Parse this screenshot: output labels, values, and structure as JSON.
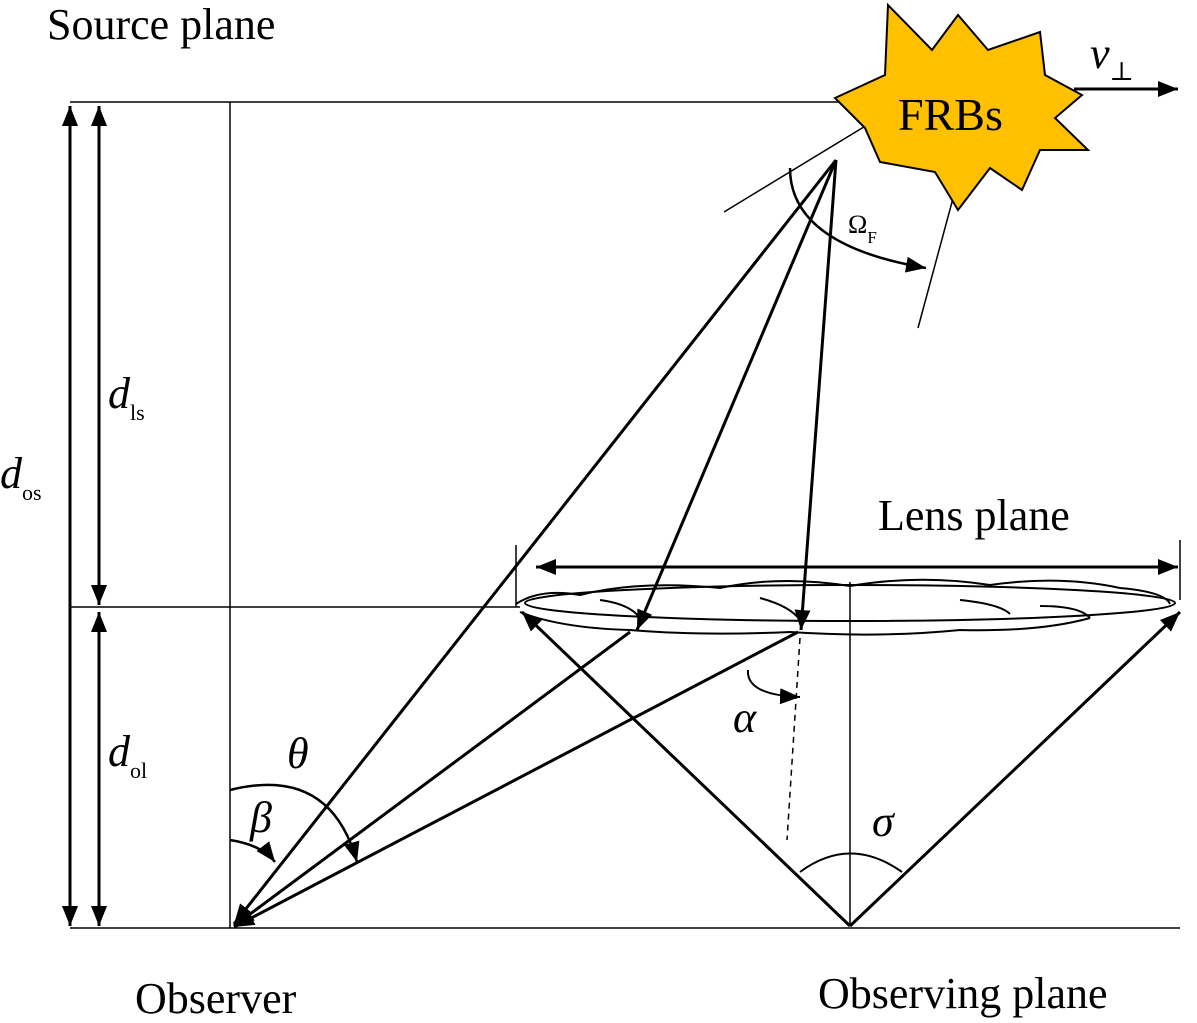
{
  "labels": {
    "source_plane": "Source plane",
    "lens_plane": "Lens plane",
    "observer": "Observer",
    "observing_plane": "Observing plane",
    "source": "FRBs",
    "velocity": {
      "symbol": "v",
      "subscript": "⊥"
    },
    "beam_solid_angle": {
      "symbol": "Ω",
      "subscript": "F"
    },
    "d_os": {
      "symbol": "d",
      "subscript": "os"
    },
    "d_ls": {
      "symbol": "d",
      "subscript": "ls"
    },
    "d_ol": {
      "symbol": "d",
      "subscript": "ol"
    },
    "theta": "θ",
    "beta": "β",
    "alpha": "α",
    "sigma": "σ"
  },
  "colors": {
    "star_fill": "#FFC000",
    "line": "#000000",
    "background": "#FFFFFF"
  }
}
